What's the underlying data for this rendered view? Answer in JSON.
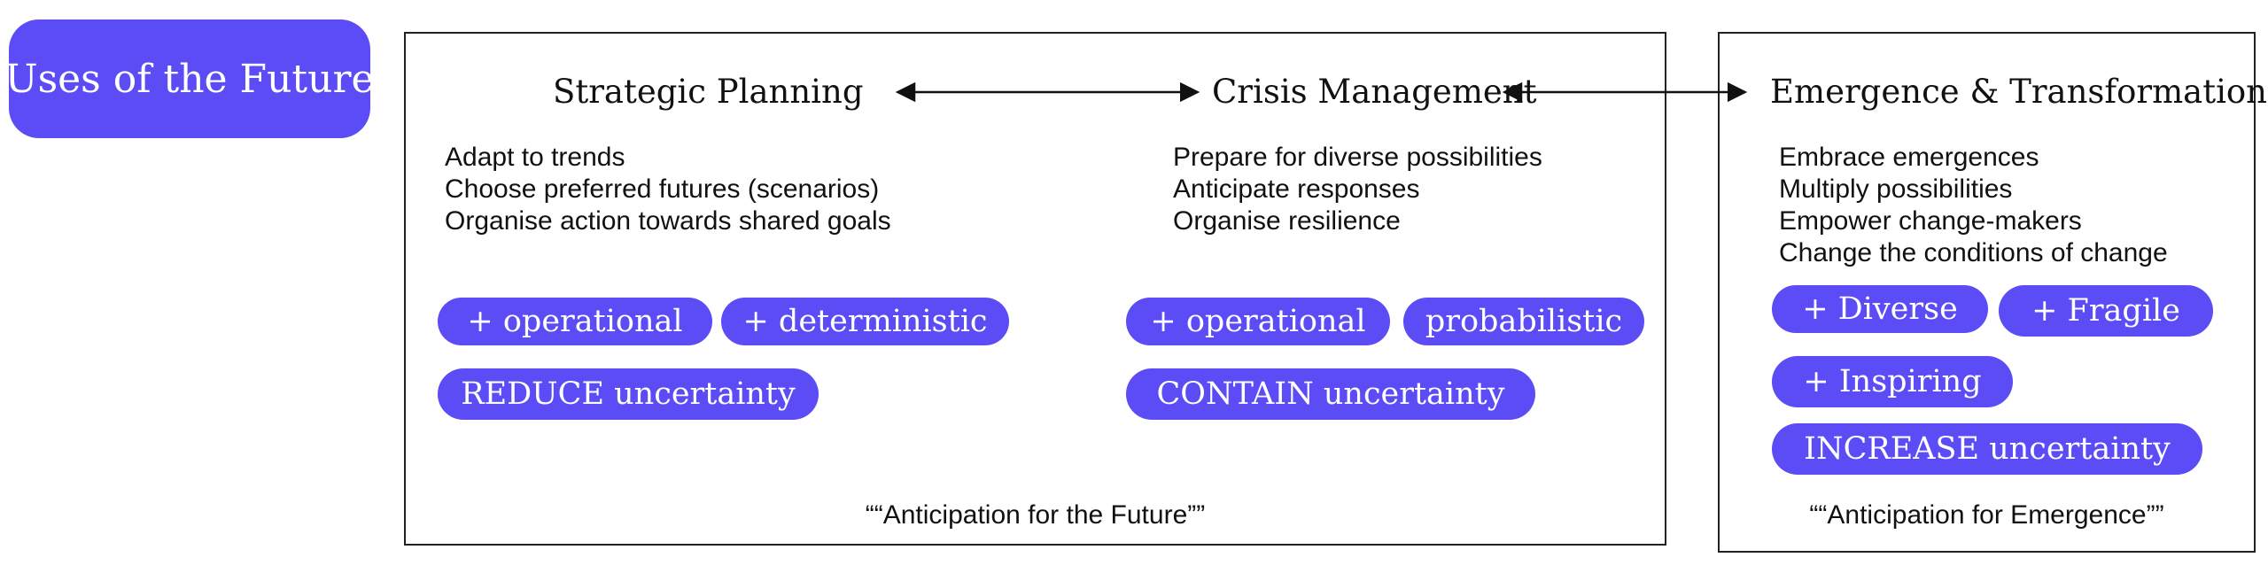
{
  "colors": {
    "accent": "#5b4cf5",
    "line": "#111111",
    "text": "#111111",
    "pill_text": "#ffffff"
  },
  "title": "Uses of the Future",
  "strategic_planning": {
    "heading": "Strategic Planning",
    "items": [
      "Adapt to trends",
      "Choose preferred futures (scenarios)",
      "Organise action towards shared goals"
    ],
    "tags": [
      "+ operational",
      "+ deterministic",
      "REDUCE uncertainty"
    ]
  },
  "crisis_management": {
    "heading": "Crisis Management",
    "items": [
      "Prepare for diverse possibilities",
      "Anticipate responses",
      "Organise resilience"
    ],
    "tags": [
      "+ operational",
      "probabilistic",
      "CONTAIN uncertainty"
    ]
  },
  "future_box": {
    "quote": "““Anticipation for the Future””"
  },
  "emergence": {
    "heading": "Emergence & Transformation",
    "items": [
      "Embrace emergences",
      "Multiply possibilities",
      "Empower change-makers",
      "Change the conditions of change"
    ],
    "tags": [
      "+ Diverse",
      "+ Fragile",
      "+ Inspiring",
      "INCREASE uncertainty"
    ],
    "quote": "““Anticipation for Emergence””"
  }
}
